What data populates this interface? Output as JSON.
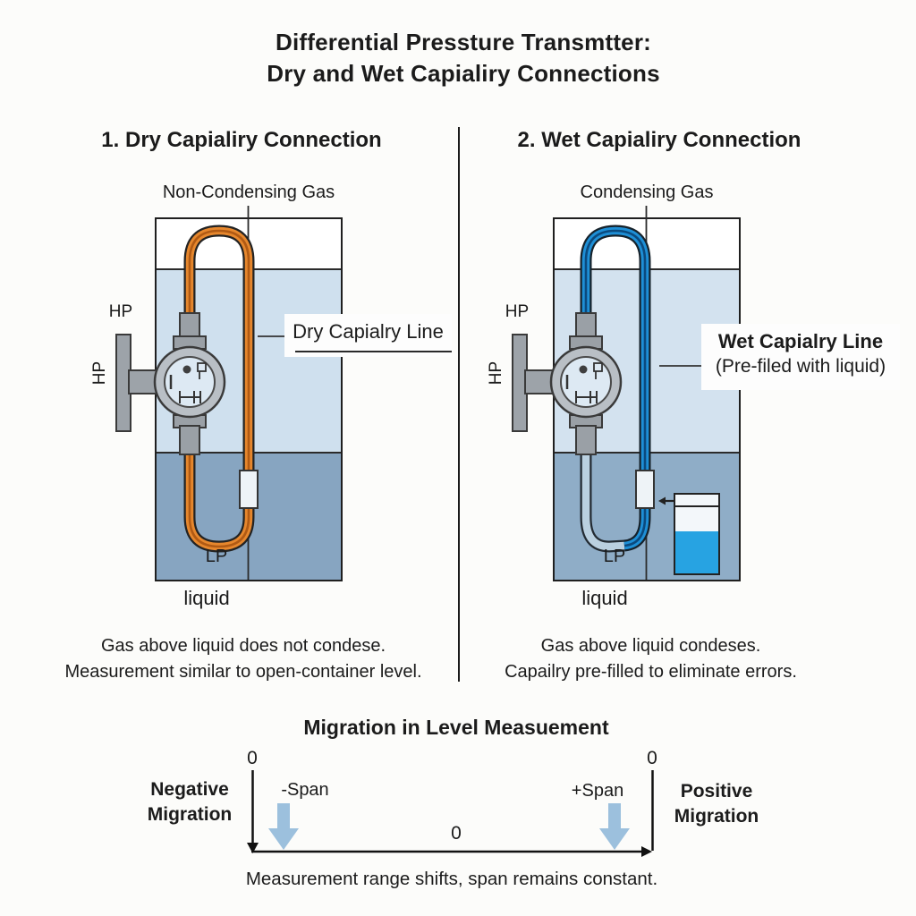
{
  "title": {
    "line1": "Differential Pressture Transmtter:",
    "line2": "Dry and Wet Capialiry Connections"
  },
  "panels": {
    "dry": {
      "heading": "1. Dry Capialiry Connection",
      "gas_label": "Non-Condensing Gas",
      "hp_top": "HP",
      "hp_side": "HP",
      "capillary_label": "Dry Capialry Line",
      "lp_label": "LP",
      "liquid_label": "liquid",
      "caption_line1": "Gas above liquid does not condese.",
      "caption_line2": "Measurement similar to open-container level."
    },
    "wet": {
      "heading": "2. Wet Capialiry Connection",
      "gas_label": "Condensing Gas",
      "hp_top": "HP",
      "hp_side": "HP",
      "capillary_label_line1": "Wet Capialry Line",
      "capillary_label_line2": "(Pre-filed with liquid)",
      "lp_label": "LP",
      "liquid_label": "liquid",
      "caption_line1": "Gas above liquid condeses.",
      "caption_line2": "Capailry pre-filled to eliminate errors."
    }
  },
  "migration": {
    "title": "Migration in Level Measuement",
    "left_zero": "0",
    "right_zero": "0",
    "center_zero": "0",
    "negative_label_line1": "Negative",
    "negative_label_line2": "Migration",
    "positive_label_line1": "Positive",
    "positive_label_line2": "Migration",
    "minus_span": "-Span",
    "plus_span": "+Span",
    "caption": "Measurement range shifts, span remains constant."
  },
  "icons": {
    "minus_span_arrow": "down-arrow",
    "plus_span_arrow": "down-arrow",
    "beaker_arrow": "left-arrow"
  },
  "colors": {
    "dry_capillary": "#e6872d",
    "dry_capillary_stripe": "#b05a14",
    "wet_capillary": "#1e8fd6",
    "wet_capillary_stripe": "#0b4a7e",
    "empty_capillary": "#bad0e0",
    "tank_gas_band": "#ffffff",
    "tank_upper_liquid": "#cfe0ee",
    "tank_lower_liquid": "#87a5c1",
    "beaker_liquid": "#27a3e2",
    "migration_arrow": "#9cc0dd",
    "transmitter_gray": "#9da3a9"
  }
}
